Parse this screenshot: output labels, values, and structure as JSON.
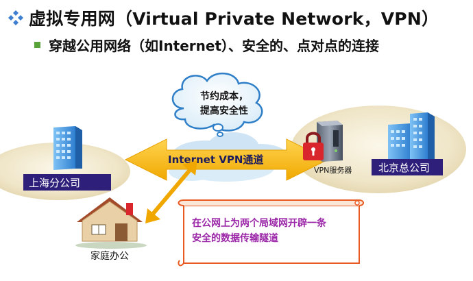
{
  "title": "虚拟专用网（Virtual Private Network，VPN）",
  "subtitle": "穿越公用网络（如Internet）、安全的、点对点的连接",
  "diagram": {
    "cloud_note_line1": "节约成本，",
    "cloud_note_line2": "提高安全性",
    "tunnel_label": "Internet VPN通道",
    "shanghai_label": "上海分公司",
    "beijing_label": "北京总公司",
    "vpn_server_label": "VPN服务器",
    "home_office_label": "家庭办公",
    "scroll_line1": "在公网上为两个局域网开辟一条",
    "scroll_line2": "安全的数据传输隧道"
  },
  "colors": {
    "arrow": "#f4b400",
    "label_box": "#2d1f7a",
    "scroll_text": "#9b27a8",
    "scroll_border": "#e85a22",
    "building": "#3e8fdc",
    "lock": "#d9262c"
  },
  "icons": {
    "title_bullet": "diamond-bullet-icon",
    "subtitle_bullet": "square-bullet-icon",
    "shanghai": "office-building-icon",
    "beijing": "office-buildings-icon",
    "server": "vpn-server-lock-icon",
    "home": "house-icon"
  }
}
